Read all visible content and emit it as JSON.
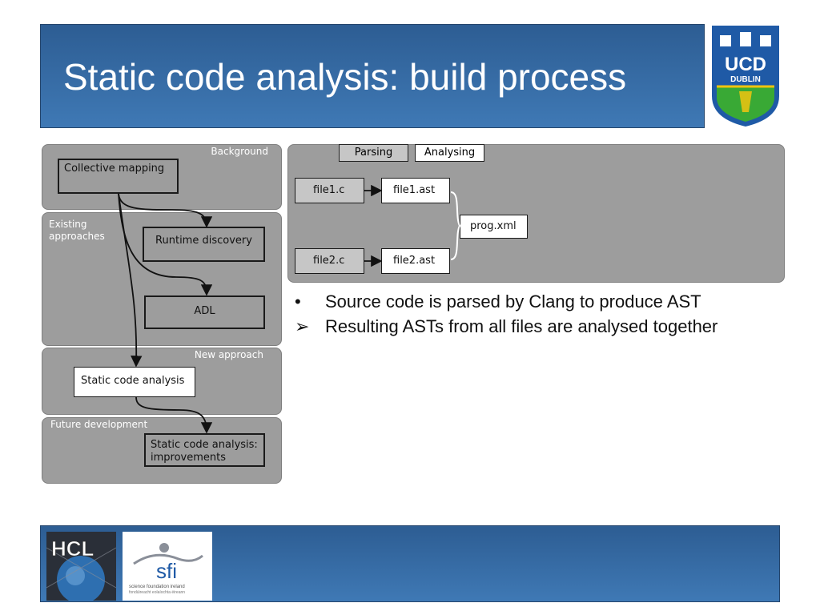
{
  "slide": {
    "title": "Static code analysis: build process"
  },
  "logos": {
    "ucd_text": "UCD",
    "ucd_sub": "DUBLIN",
    "hcl_text": "HCL",
    "sfi_text": "sfi",
    "sfi_caption1": "science foundation ireland",
    "sfi_caption2": "fondúireacht eolaíochta éireann"
  },
  "left_diagram": {
    "sections": {
      "background": "Background",
      "existing_line1": "Existing",
      "existing_line2": "approaches",
      "new_approach": "New approach",
      "future": "Future development"
    },
    "nodes": {
      "collective_mapping": "Collective mapping",
      "runtime_discovery": "Runtime discovery",
      "adl": "ADL",
      "static_analysis": "Static code analysis",
      "improvements_line1": "Static code analysis:",
      "improvements_line2": "improvements"
    }
  },
  "right_diagram": {
    "tabs": {
      "parsing": "Parsing",
      "analysing": "Analysing"
    },
    "nodes": {
      "file1_c": "file1.c",
      "file1_ast": "file1.ast",
      "file2_c": "file2.c",
      "file2_ast": "file2.ast",
      "prog_xml": "prog.xml"
    }
  },
  "bullets": [
    {
      "marker": "•",
      "text": "Source code is parsed by Clang to produce AST"
    },
    {
      "marker": "➢",
      "text": "Resulting ASTs from all files are analysed together"
    }
  ],
  "colors": {
    "title_bar": "#3a70aa",
    "panel_gray": "#9d9d9d",
    "ucd_blue": "#1f5aa6",
    "ucd_green": "#39a935"
  }
}
